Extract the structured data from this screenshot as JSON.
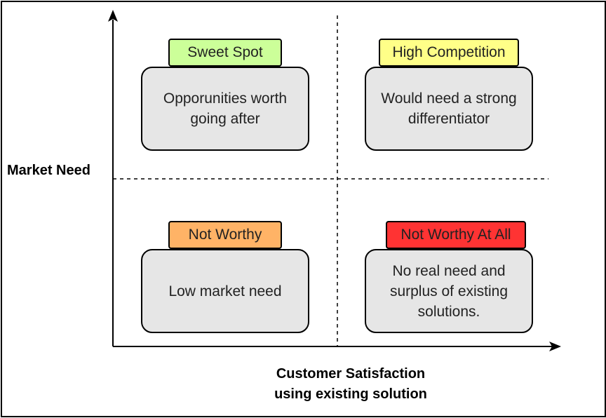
{
  "axes": {
    "y_label": "Market Need",
    "x_label_line1": "Customer Satisfaction",
    "x_label_line2": "using existing solution"
  },
  "quadrants": [
    {
      "tag": "Sweet Spot",
      "tag_color": "#ccff99",
      "text": "Opporunities worth going after"
    },
    {
      "tag": "High Competition",
      "tag_color": "#ffff88",
      "text": "Would need a strong differentiator"
    },
    {
      "tag": "Not Worthy",
      "tag_color": "#ffb366",
      "text": "Low market need"
    },
    {
      "tag": "Not Worthy At All",
      "tag_color": "#ff3333",
      "text": "No real need and surplus of existing solutions."
    }
  ]
}
